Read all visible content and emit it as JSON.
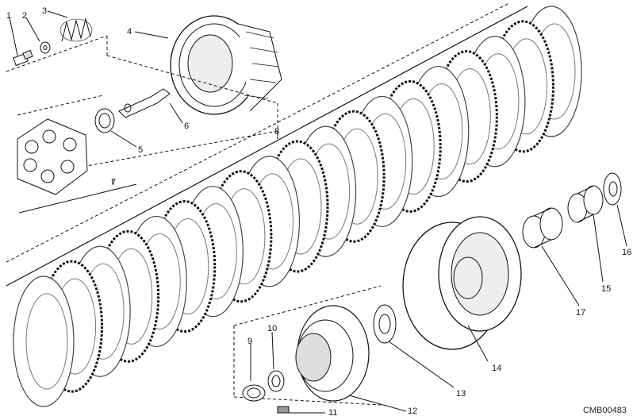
{
  "labels": {
    "l1": "1",
    "l2": "2",
    "l3": "3",
    "l4": "4",
    "l5": "5",
    "l6": "6",
    "l7": "7",
    "l8": "8",
    "l9": "9",
    "l10": "10",
    "l11": "11",
    "l12": "12",
    "l13": "13",
    "l14": "14",
    "l15": "15",
    "l16": "16",
    "l17": "17"
  },
  "drawing_code": "CMB00483",
  "colors": {
    "line": "#111111",
    "fill": "#ffffff",
    "shade": "#9a9a9a"
  }
}
